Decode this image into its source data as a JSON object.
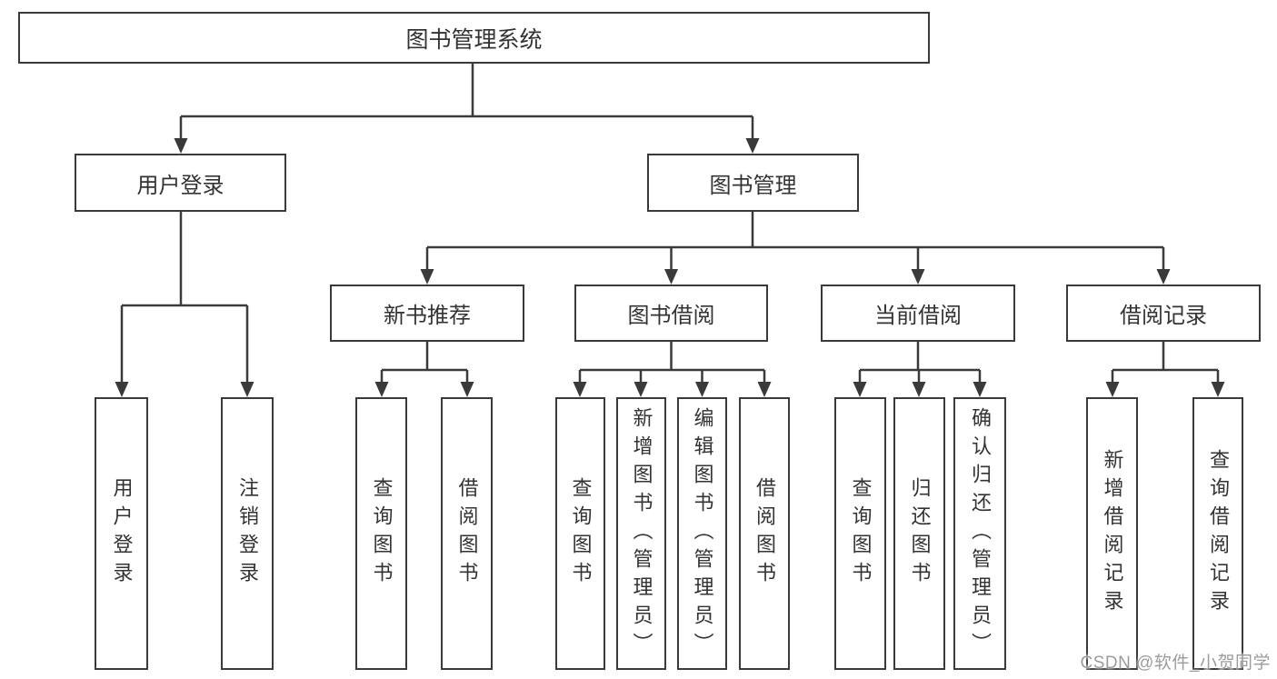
{
  "diagram": {
    "root": "图书管理系统",
    "level2": [
      "用户登录",
      "图书管理"
    ],
    "level3": [
      "新书推荐",
      "图书借阅",
      "当前借阅",
      "借阅记录"
    ],
    "leaves": {
      "under_user_login": [
        "用户登录",
        "注销登录"
      ],
      "under_new_books": [
        "查询图书",
        "借阅图书"
      ],
      "under_book_borrow": [
        "查询图书",
        "新增图书（管理员）",
        "编辑图书（管理员）",
        "借阅图书"
      ],
      "under_current_borrow": [
        "查询图书",
        "归还图书",
        "确认归还（管理员）"
      ],
      "under_borrow_records": [
        "新增借阅记录",
        "查询借阅记录"
      ]
    }
  },
  "watermark": "CSDN @软件_小贺同学",
  "colors": {
    "line": "#3a3a3a",
    "text": "#333333",
    "watermark": "#9c9c9c",
    "background": "#ffffff"
  }
}
